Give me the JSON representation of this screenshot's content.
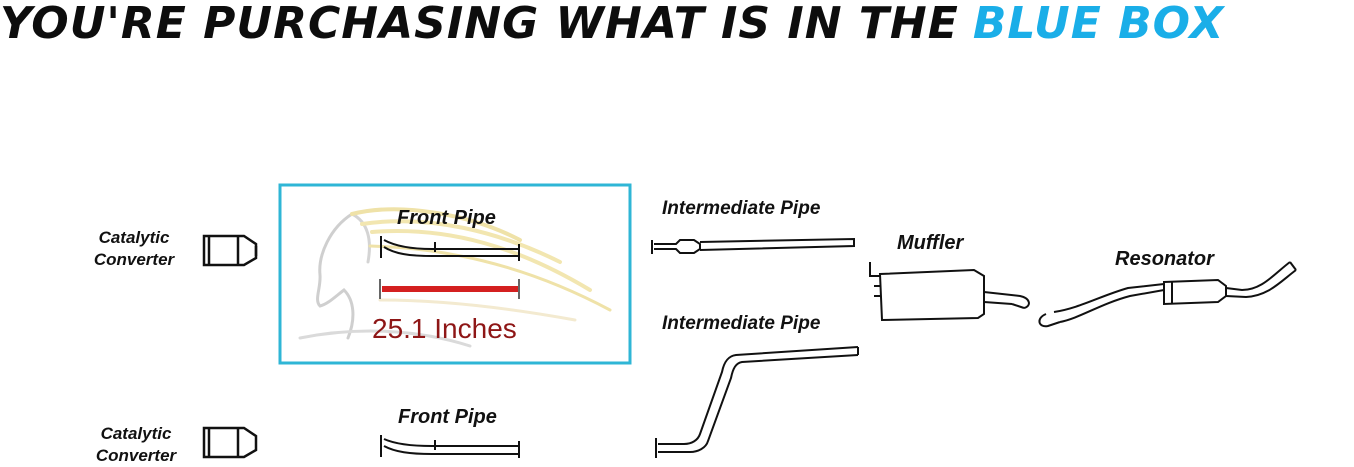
{
  "headline": {
    "text": "YOU'RE PURCHASING WHAT IS IN THE",
    "highlight": "BLUE BOX"
  },
  "labels": {
    "cat_top_line1": "Catalytic",
    "cat_top_line2": "Converter",
    "front_pipe_top": "Front Pipe",
    "intermediate_top": "Intermediate Pipe",
    "muffler": "Muffler",
    "resonator": "Resonator",
    "intermediate_bottom": "Intermediate Pipe",
    "cat_bottom_line1": "Catalytic",
    "cat_bottom_line2": "Converter",
    "front_pipe_bottom": "Front Pipe"
  },
  "measurement": {
    "text": "25.1 Inches"
  },
  "colors": {
    "box": "#2fb6d6",
    "measure_bar": "#d42020",
    "measure_text": "#8e1616",
    "highlight": "#1aaee8"
  }
}
